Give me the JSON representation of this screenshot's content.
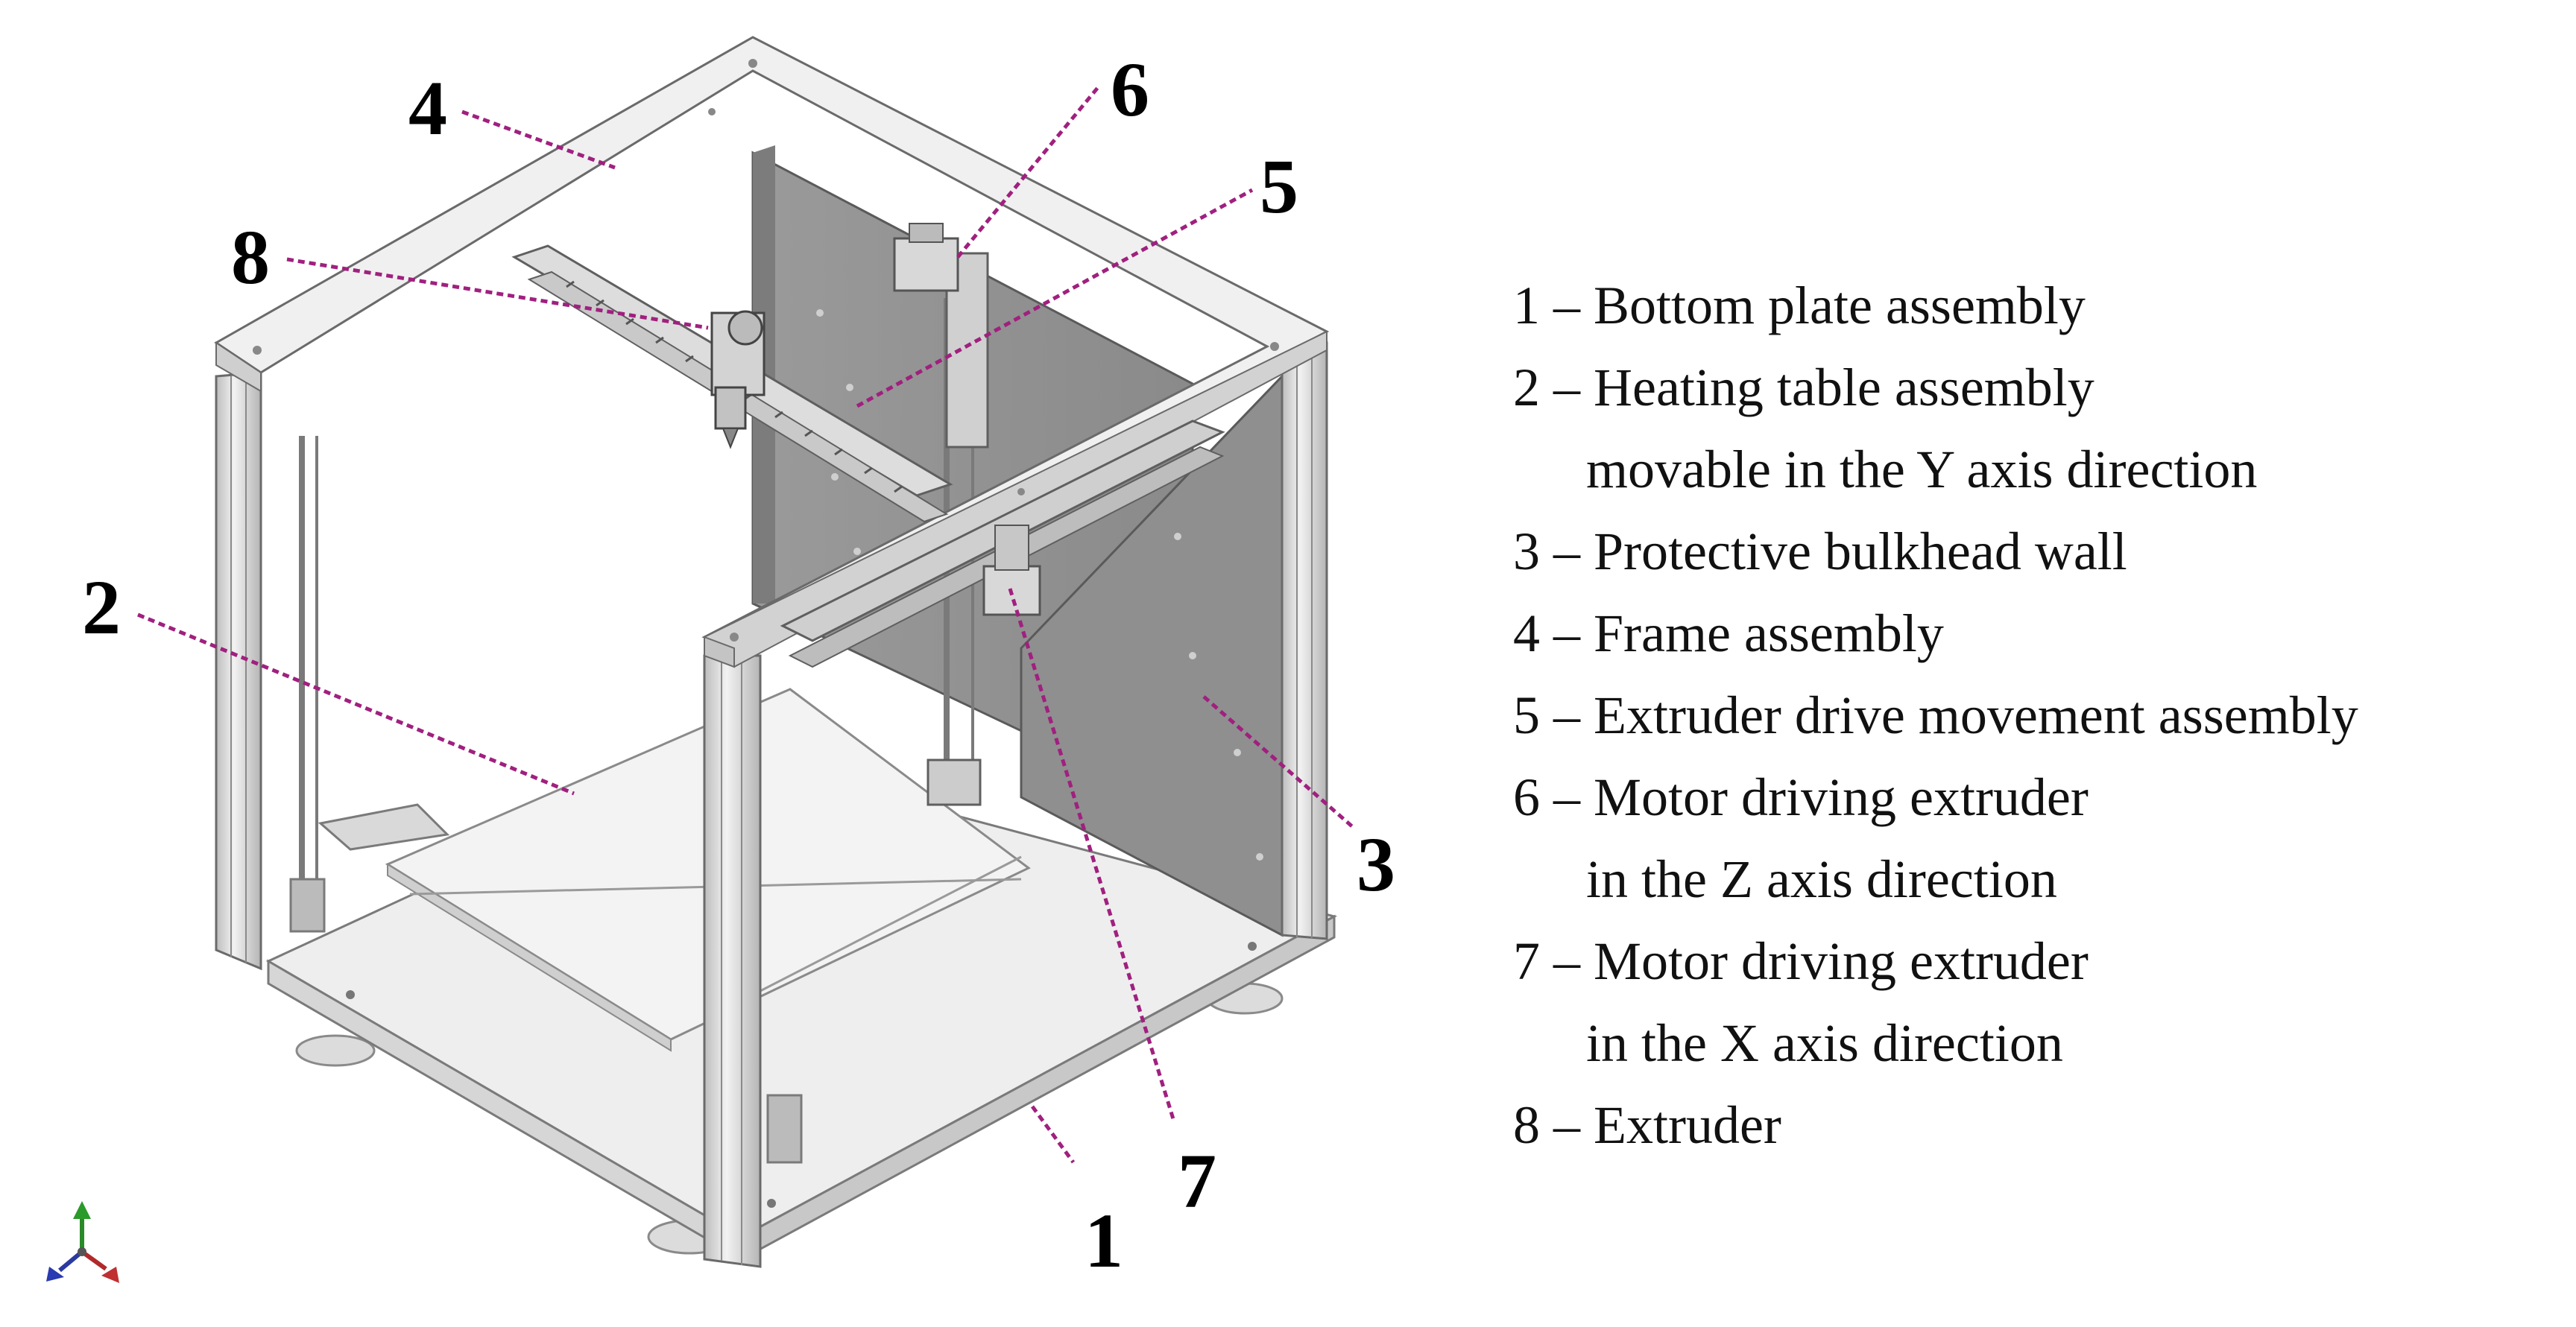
{
  "callouts": [
    {
      "num": "1"
    },
    {
      "num": "2"
    },
    {
      "num": "3"
    },
    {
      "num": "4"
    },
    {
      "num": "5"
    },
    {
      "num": "6"
    },
    {
      "num": "7"
    },
    {
      "num": "8"
    }
  ],
  "legend": [
    {
      "lines": [
        "1 – Bottom plate assembly"
      ]
    },
    {
      "lines": [
        "2 – Heating table assembly",
        "movable in the Y axis direction"
      ]
    },
    {
      "lines": [
        "3 – Protective bulkhead wall"
      ]
    },
    {
      "lines": [
        "4 – Frame assembly"
      ]
    },
    {
      "lines": [
        "5 – Extruder drive movement assembly"
      ]
    },
    {
      "lines": [
        "6 – Motor driving extruder",
        "in the Z axis direction"
      ]
    },
    {
      "lines": [
        "7 – Motor driving extruder",
        "in the X axis direction"
      ]
    },
    {
      "lines": [
        "8 – Extruder"
      ]
    }
  ],
  "colors": {
    "leader": "#a0207f",
    "plate": "#ececec",
    "panel": "#8e8e8e",
    "post": "#d3d3d3",
    "outline": "#6a6a6a"
  }
}
